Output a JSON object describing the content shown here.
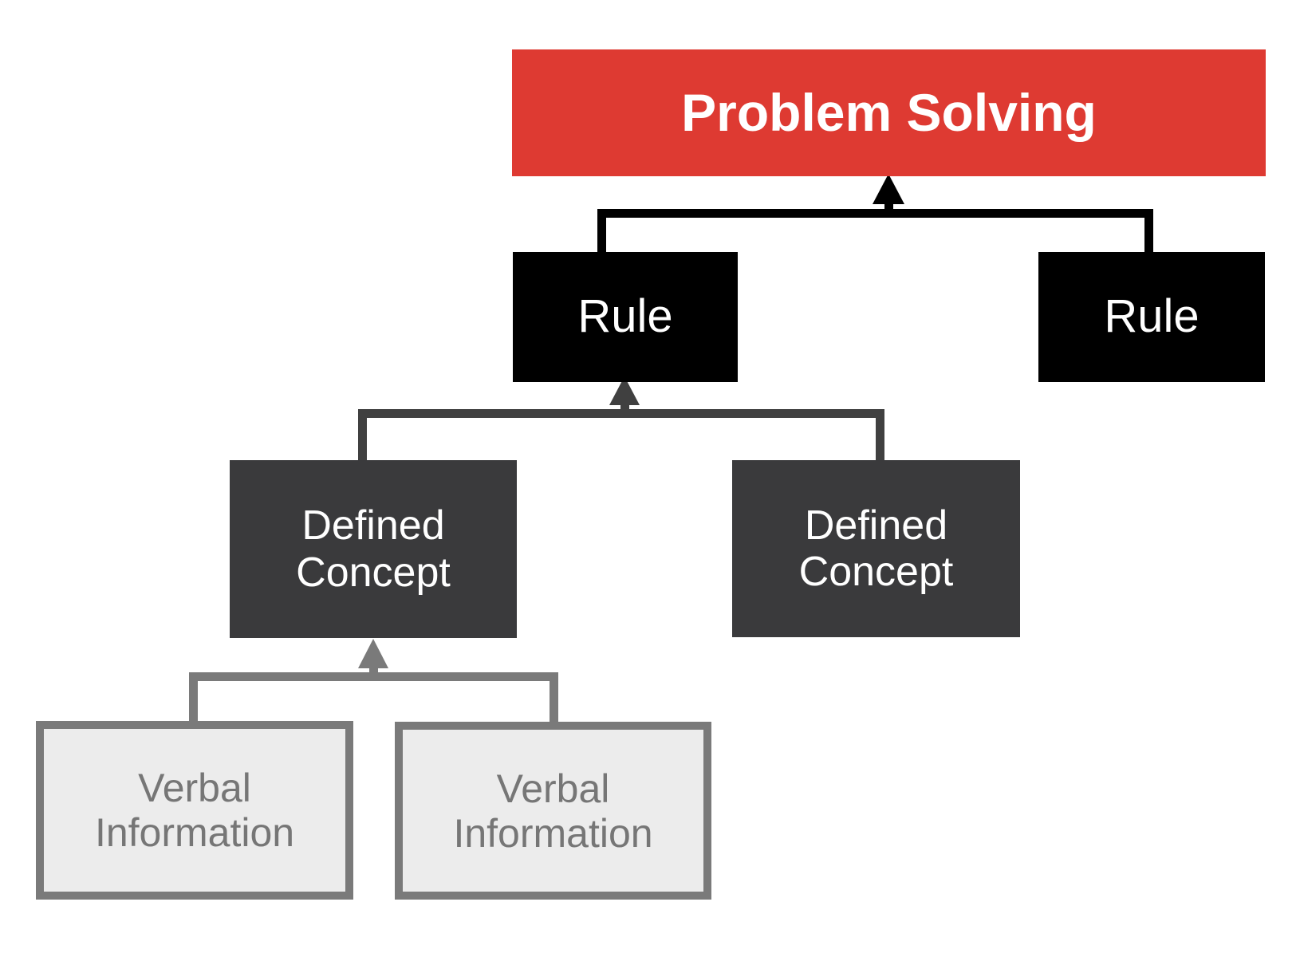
{
  "diagram": {
    "title_visible": false,
    "background_color": "#FFFFFF",
    "levels": [
      {
        "name": "problem-solving",
        "label": "Problem Solving",
        "fill": "#DE3A32",
        "text_color": "#FFFFFF"
      },
      {
        "name": "rule",
        "label": "Rule",
        "fill": "#000000",
        "text_color": "#FFFFFF"
      },
      {
        "name": "defined-concept",
        "label_line1": "Defined",
        "label_line2": "Concept",
        "fill": "#3A3A3C",
        "text_color": "#FFFFFF"
      },
      {
        "name": "verbal-information",
        "label_line1": "Verbal",
        "label_line2": "Information",
        "fill": "#ECECEC",
        "border_color": "#7A7A7A",
        "text_color": "#767676"
      }
    ],
    "nodes": {
      "problem_solving": {
        "label": "Problem Solving"
      },
      "rule_left": {
        "label": "Rule"
      },
      "rule_right": {
        "label": "Rule"
      },
      "concept_left": {
        "line1": "Defined",
        "line2": "Concept"
      },
      "concept_right": {
        "line1": "Defined",
        "line2": "Concept"
      },
      "verbal_left": {
        "line1": "Verbal",
        "line2": "Information"
      },
      "verbal_right": {
        "line1": "Verbal",
        "line2": "Information"
      }
    },
    "connectors": [
      {
        "name": "rules-to-problem-solving",
        "color": "#000000",
        "from": [
          "rule_left",
          "rule_right"
        ],
        "to": "problem_solving"
      },
      {
        "name": "concepts-to-rule-left",
        "color": "#404040",
        "from": [
          "concept_left",
          "concept_right"
        ],
        "to": "rule_left"
      },
      {
        "name": "verbals-to-concept-left",
        "color": "#7A7A7A",
        "from": [
          "verbal_left",
          "verbal_right"
        ],
        "to": "concept_left"
      }
    ]
  }
}
